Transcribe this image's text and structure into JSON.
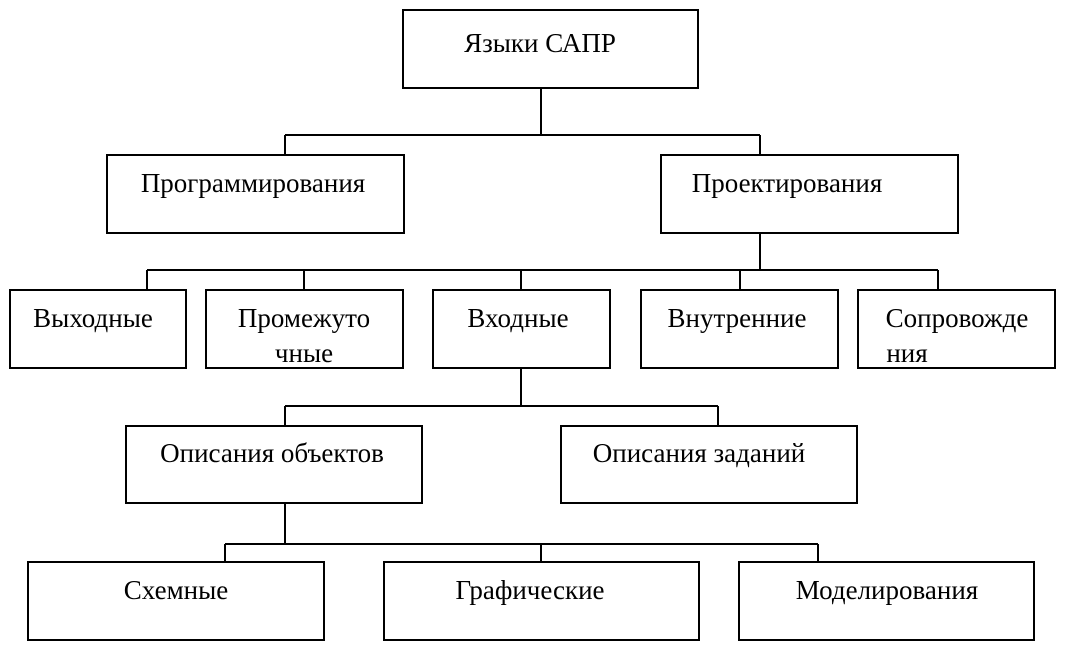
{
  "diagram": {
    "root": {
      "label": "Языки САПР"
    },
    "level1": {
      "programming": {
        "label": "Программирования"
      },
      "design": {
        "label": "Проектирования"
      }
    },
    "level2": {
      "output": {
        "label": "Выходные"
      },
      "intermediate": {
        "line1": "Промежуто",
        "line2": "чные"
      },
      "input": {
        "label": "Входные"
      },
      "internal": {
        "label": "Внутренние"
      },
      "support": {
        "line1": "Сопровожде",
        "line2": "ния"
      }
    },
    "level3": {
      "object_description": {
        "label": "Описания объектов"
      },
      "task_description": {
        "label": "Описания заданий"
      }
    },
    "level4": {
      "schematic": {
        "label": "Схемные"
      },
      "graphic": {
        "label": "Графические"
      },
      "modeling": {
        "label": "Моделирования"
      }
    },
    "colors": {
      "line": "#000000",
      "box_fill": "#ffffff",
      "background": "#ffffff"
    }
  }
}
